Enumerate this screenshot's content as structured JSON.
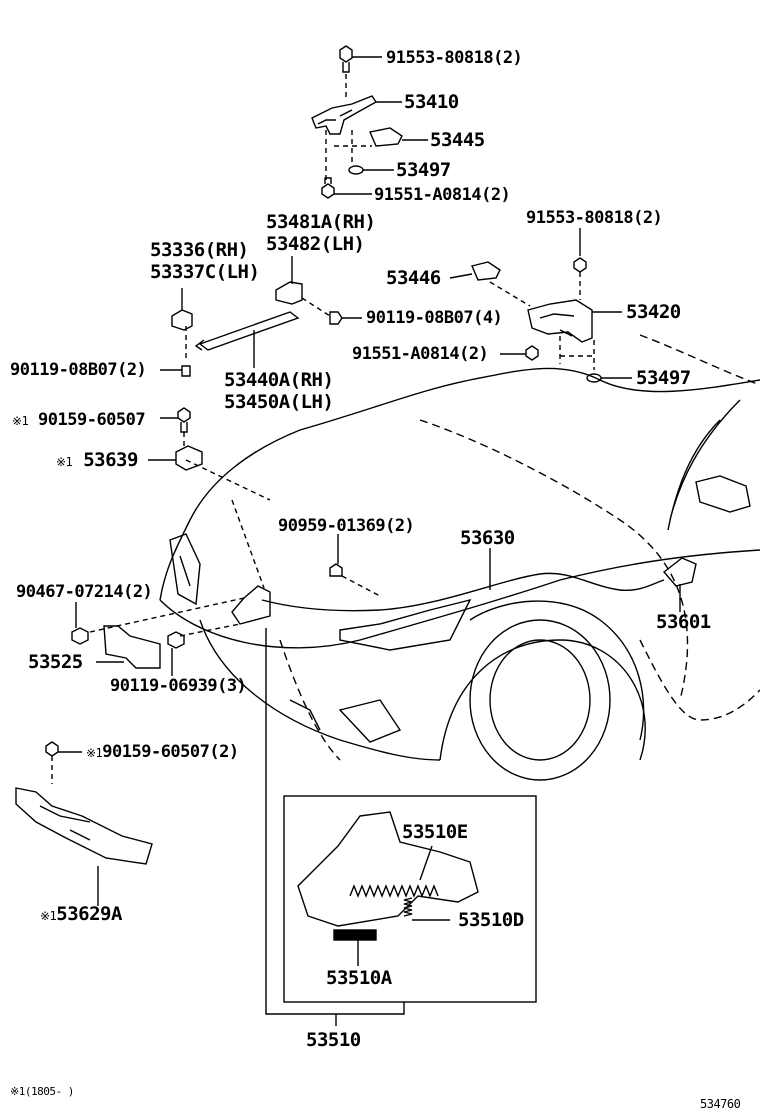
{
  "labels": {
    "p91553_top": "91553-80818(2)",
    "p53410": "53410",
    "p53445": "53445",
    "p53497_top": "53497",
    "p91551_top": "91551-A0814(2)",
    "p53481": "53481A(RH)",
    "p53482": "53482(LH)",
    "p91553_right": "91553-80818(2)",
    "p53336": "53336(RH)",
    "p53337": "53337C(LH)",
    "p53446": "53446",
    "p53420": "53420",
    "p90119_08b07_4": "90119-08B07(4)",
    "p90119_08b07_2": "90119-08B07(2)",
    "p91551_right": "91551-A0814(2)",
    "p53497_right": "53497",
    "p53440": "53440A(RH)",
    "p53450": "53450A(LH)",
    "p90159_top": "90159-60507",
    "p53639": "53639",
    "p90959": "90959-01369(2)",
    "p53630": "53630",
    "p90467": "90467-07214(2)",
    "p53601": "53601",
    "p53525": "53525",
    "p90119_06939": "90119-06939(3)",
    "p90159_bottom": "90159-60507(2)",
    "p53510E": "53510E",
    "p53510D": "53510D",
    "p53629A": "53629A",
    "p53510A": "53510A",
    "p53510": "53510"
  },
  "marks": {
    "asterisk_one": "※1"
  },
  "footnote": {
    "mark": "※1",
    "range": "(1805-      )"
  },
  "figure_number": "534760"
}
